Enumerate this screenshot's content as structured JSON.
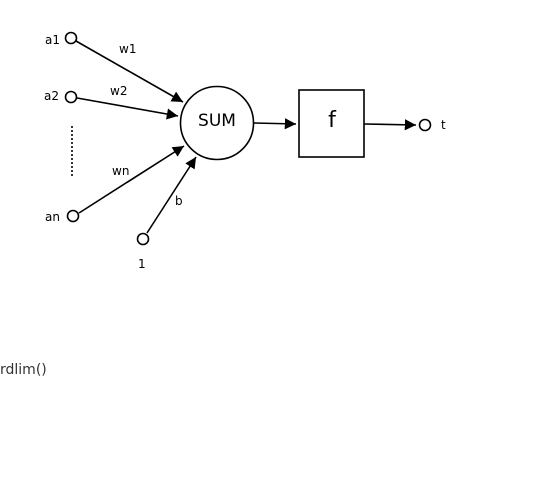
{
  "diagram": {
    "inputs": {
      "a1": "a1",
      "a2": "a2",
      "an": "an",
      "bias_input": "1"
    },
    "weights": {
      "w1": "w1",
      "w2": "w2",
      "wn": "wn",
      "b": "b"
    },
    "sum_label": "SUM",
    "transfer_label": "f",
    "output_label": "t"
  },
  "caption": "rdlim()",
  "colors": {
    "stroke": "#000000",
    "background": "#ffffff"
  }
}
